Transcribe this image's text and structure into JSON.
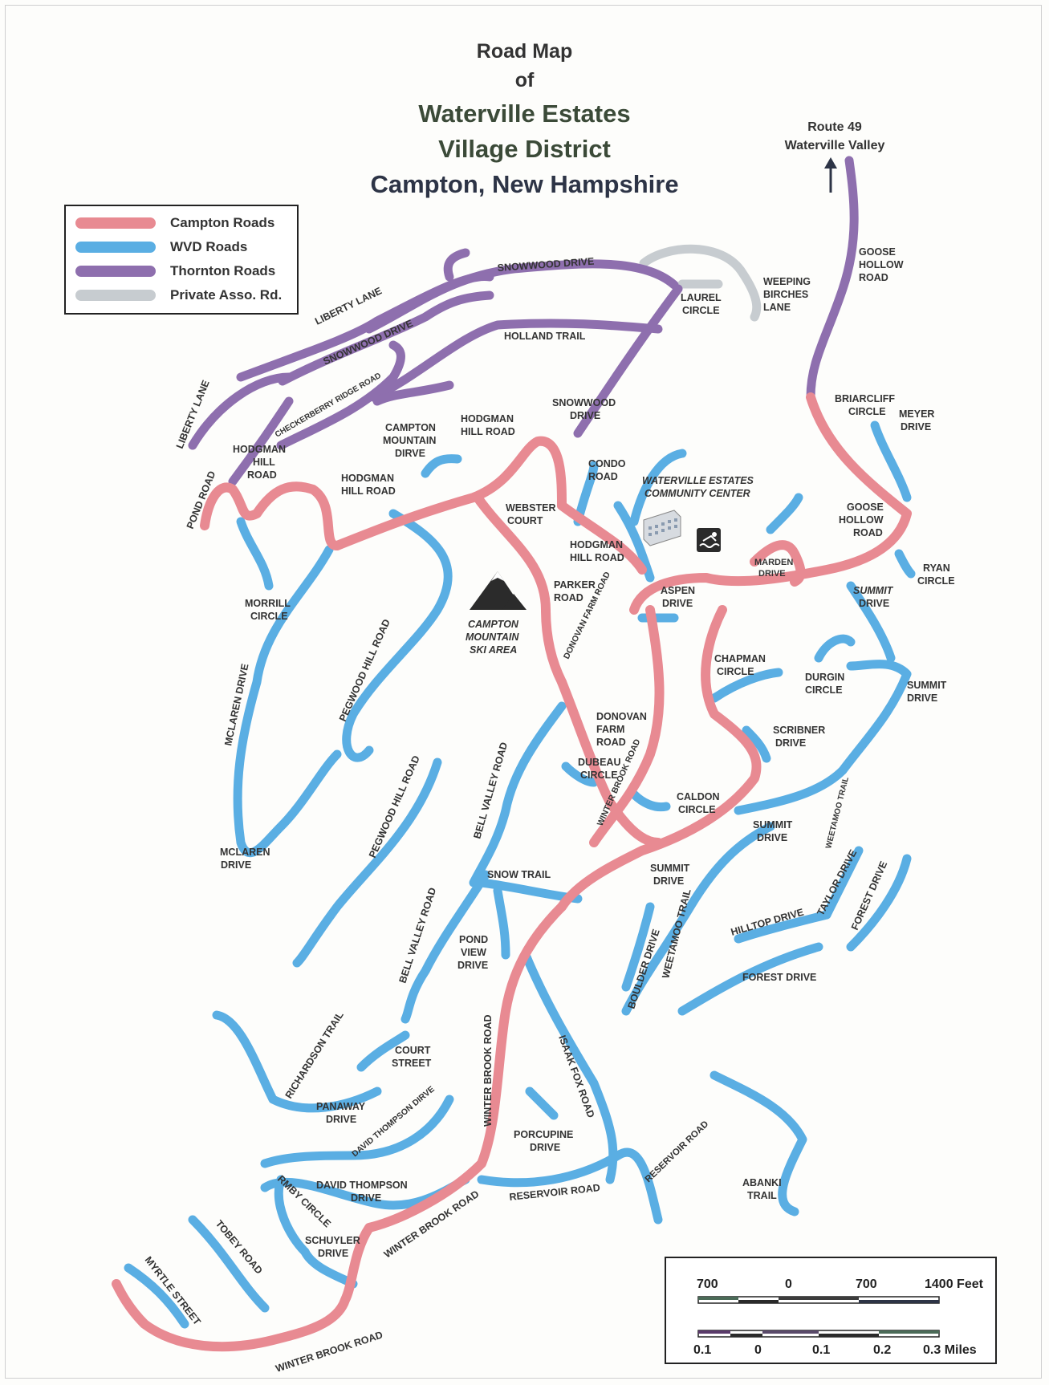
{
  "title": {
    "line1": "Road Map",
    "line2": "of",
    "line3": "Waterville Estates",
    "line4": "Village District",
    "line5": "Campton, New Hampshire"
  },
  "legend": {
    "items": [
      {
        "label": "Campton Roads",
        "color": "#e88a92"
      },
      {
        "label": "WVD Roads",
        "color": "#5aaee3"
      },
      {
        "label": "Thornton Roads",
        "color": "#8e6fae"
      },
      {
        "label": "Private Asso. Rd.",
        "color": "#c7ccd0"
      }
    ]
  },
  "route_sign": {
    "line1": "Route 49",
    "line2": "Waterville Valley"
  },
  "road_labels": {
    "snowwood_drive_1": "SNOWWOOD DRIVE",
    "liberty_lane_1": "LIBERTY LANE",
    "snowwood_drive_2": "SNOWWOOD DRIVE",
    "holland_trail": "HOLLAND TRAIL",
    "laurel_circle_1": "LAUREL",
    "laurel_circle_2": "CIRCLE",
    "weeping_1": "WEEPING",
    "weeping_2": "BIRCHES",
    "weeping_3": "LANE",
    "goose_hollow_top_1": "GOOSE",
    "goose_hollow_top_2": "HOLLOW",
    "goose_hollow_top_3": "ROAD",
    "checkerberry": "CHECKERBERRY RIDGE ROAD",
    "liberty_lane_2": "LIBERTY LANE",
    "snowwood_drive_3a": "SNOWWOOD",
    "snowwood_drive_3b": "DRIVE",
    "hodgman_hill_1a": "HODGMAN",
    "hodgman_hill_1b": "HILL ROAD",
    "campton_mtn_drive_1": "CAMPTON",
    "campton_mtn_drive_2": "MOUNTAIN",
    "campton_mtn_drive_3": "DIRVE",
    "hodgman_hill_2a": "HODGMAN",
    "hodgman_hill_2b": "HILL",
    "hodgman_hill_2c": "ROAD",
    "pond_road": "POND ROAD",
    "hodgman_hill_3a": "HODGMAN",
    "hodgman_hill_3b": "HILL ROAD",
    "condo_road_1": "CONDO",
    "condo_road_2": "ROAD",
    "community_center_1": "WATERVILLE ESTATES",
    "community_center_2": "COMMUNITY CENTER",
    "briarcliff_1": "BRIARCLIFF",
    "briarcliff_2": "CIRCLE",
    "meyer_1": "MEYER",
    "meyer_2": "DRIVE",
    "webster_1": "WEBSTER",
    "webster_2": "COURT",
    "hodgman_hill_4a": "HODGMAN",
    "hodgman_hill_4b": "HILL ROAD",
    "goose_hollow_2a": "GOOSE",
    "goose_hollow_2b": "HOLLOW",
    "goose_hollow_2c": "ROAD",
    "marden_1": "MARDEN",
    "marden_2": "DRIVE",
    "ryan_1": "RYAN",
    "ryan_2": "CIRCLE",
    "morrill_1": "MORRILL",
    "morrill_2": "CIRCLE",
    "parker_1": "PARKER",
    "parker_2": "ROAD",
    "donovan_farm_1": "DONOVAN FARM ROAD",
    "aspen_1": "ASPEN",
    "aspen_2": "DRIVE",
    "summit_1a": "SUMMIT",
    "summit_1b": "DRIVE",
    "ski_area_1": "CAMPTON",
    "ski_area_2": "MOUNTAIN",
    "ski_area_3": "SKI AREA",
    "pegwood_1": "PEGWOOD HILL ROAD",
    "chapman_1": "CHAPMAN",
    "chapman_2": "CIRCLE",
    "durgin_1": "DURGIN",
    "durgin_2": "CIRCLE",
    "summit_2a": "SUMMIT",
    "summit_2b": "DRIVE",
    "mclaren_1": "MCLAREN DRIVE",
    "donovan_farm_2a": "DONOVAN",
    "donovan_farm_2b": "FARM",
    "donovan_farm_2c": "ROAD",
    "scribner_1": "SCRIBNER",
    "scribner_2": "DRIVE",
    "dubeau_1": "DUBEAU",
    "dubeau_2": "CIRCLE",
    "winter_brook_1": "WINTER BROOK ROAD",
    "bell_valley_1": "BELL VALLEY ROAD",
    "pegwood_2": "PEGWOOD HILL ROAD",
    "caldon_1": "CALDON",
    "caldon_2": "CIRCLE",
    "weetamoo_1": "WEETAMOO TRAIL",
    "summit_3a": "SUMMIT",
    "summit_3b": "DRIVE",
    "mclaren_2a": "MCLAREN",
    "mclaren_2b": "DRIVE",
    "snow_trail": "SNOW TRAIL",
    "summit_4a": "SUMMIT",
    "summit_4b": "DRIVE",
    "taylor": "TAYLOR DRIVE",
    "forest_1": "FOREST DRIVE",
    "hilltop": "HILLTOP DRIVE",
    "bell_valley_2": "BELL VALLEY ROAD",
    "pond_view_1": "POND",
    "pond_view_2": "VIEW",
    "pond_view_3": "DRIVE",
    "weetamoo_2": "WEETAMOO TRAIL",
    "boulder": "BOULDER DRIVE",
    "forest_2": "FOREST DRIVE",
    "richardson": "RICHARDSON TRAIL",
    "court_1": "COURT",
    "court_2": "STREET",
    "winter_brook_2": "WINTER BROOK ROAD",
    "isaak_fox": "ISAAK FOX ROAD",
    "panaway_1": "PANAWAY",
    "panaway_2": "DRIVE",
    "david_thompson_1": "DAVID THOMPSON DIRVE",
    "porcupine_1": "PORCUPINE",
    "porcupine_2": "DRIVE",
    "reservoir_1": "RESERVOIR ROAD",
    "david_thompson_2a": "DAVID THOMPSON",
    "david_thompson_2b": "DRIVE",
    "abanki_1": "ABANKI",
    "abanki_2": "TRAIL",
    "reservoir_2": "RESERVOIR ROAD",
    "ormby": "RMBY CIRCLE",
    "winter_brook_3": "WINTER BROOK ROAD",
    "tobey": "TOBEY ROAD",
    "schuyler_1": "SCHUYLER",
    "schuyler_2": "DRIVE",
    "myrtle": "MYRTLE STREET",
    "winter_brook_4": "WINTER BROOK ROAD"
  },
  "scale_bar": {
    "feet": [
      "700",
      "0",
      "700",
      "1400 Feet"
    ],
    "miles": [
      "0.1",
      "0",
      "0.1",
      "0.2",
      "0.3 Miles"
    ]
  }
}
